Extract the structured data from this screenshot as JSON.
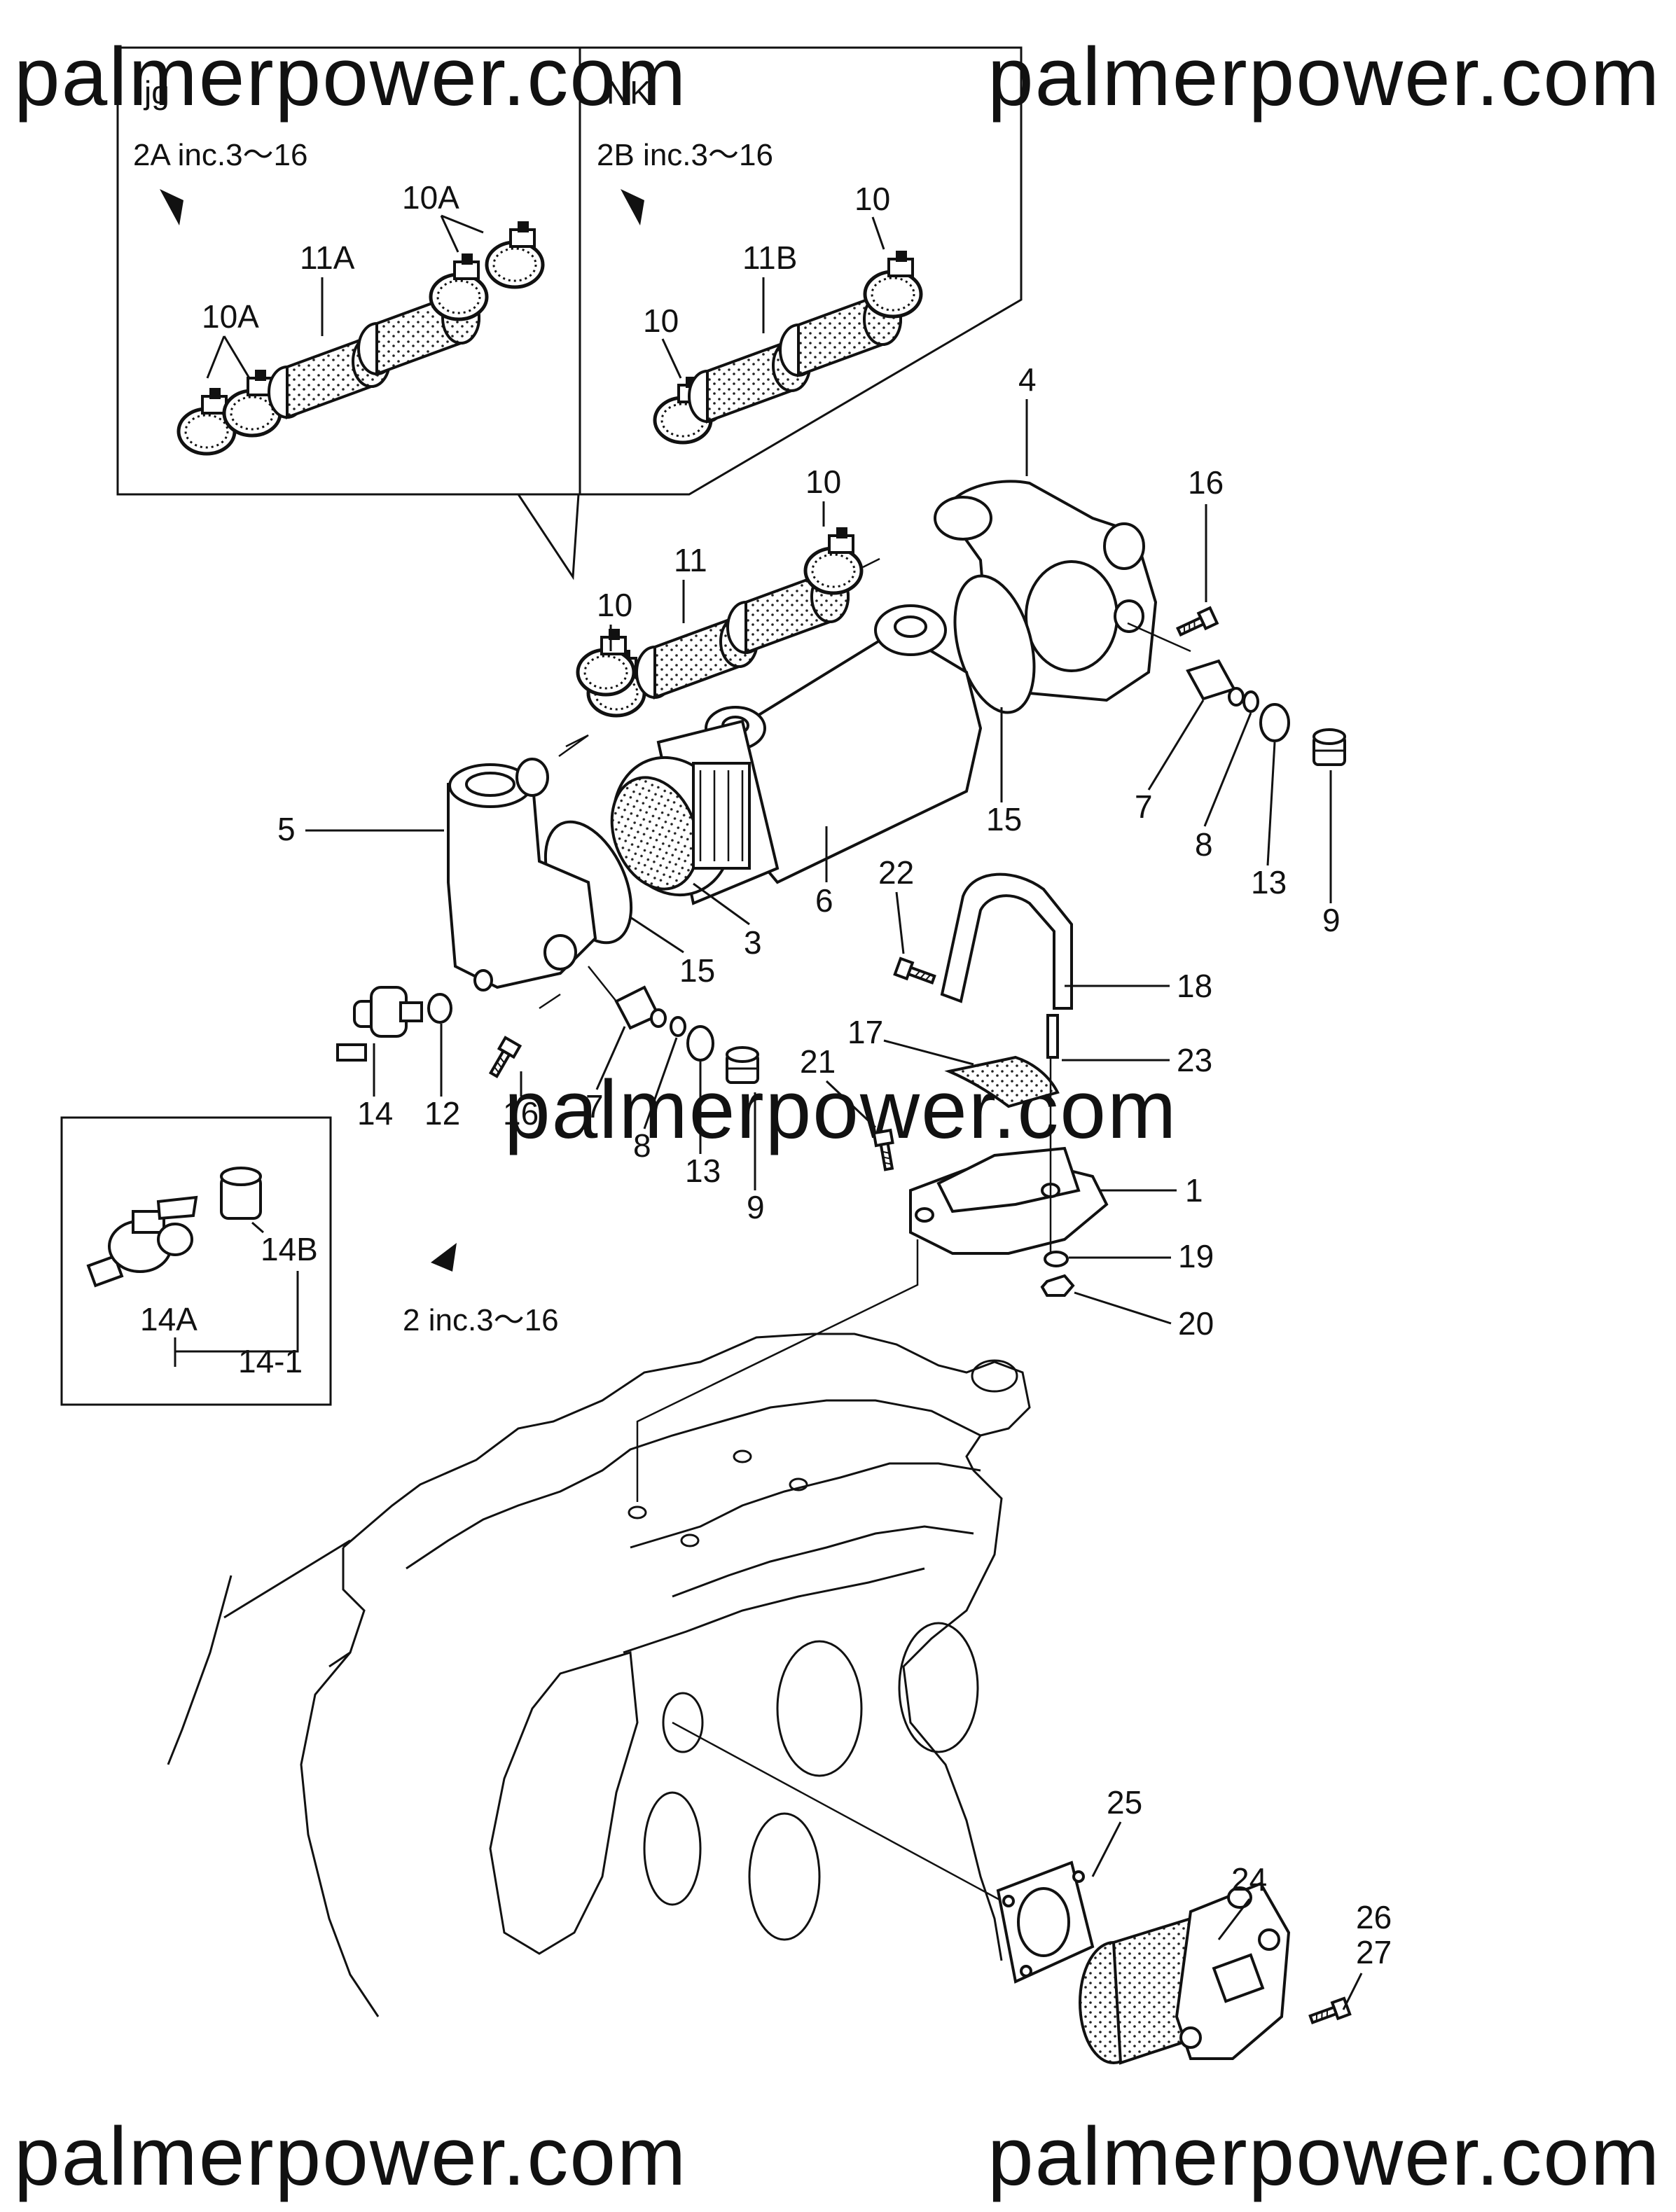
{
  "watermarks": [
    "palmerpower.com",
    "palmerpower.com",
    "palmerpower.com",
    "palmerpower.com",
    "palmerpower.com"
  ],
  "inset_top": {
    "left": {
      "code": "jg",
      "note": "2A inc.3〜16",
      "labels": {
        "clamp_a": "10A",
        "clamp_b": "10A",
        "hose": "11A"
      }
    },
    "right": {
      "code": "NK",
      "note": "2B inc.3〜16",
      "labels": {
        "clamp_a": "10",
        "clamp_b": "10",
        "hose": "11B"
      }
    }
  },
  "inset_valve": {
    "labels": {
      "valve": "14A",
      "adapter": "14B",
      "set": "14-1"
    }
  },
  "main_note": "2 inc.3〜16",
  "callouts": {
    "p1": "1",
    "p3": "3",
    "p4": "4",
    "p5": "5",
    "p6": "6",
    "p7a": "7",
    "p7b": "7",
    "p8a": "8",
    "p8b": "8",
    "p9a": "9",
    "p9b": "9",
    "p10a": "10",
    "p10b": "10",
    "p11": "11",
    "p12": "12",
    "p13a": "13",
    "p13b": "13",
    "p14": "14",
    "p15a": "15",
    "p15b": "15",
    "p16a": "16",
    "p16b": "16",
    "p17": "17",
    "p18": "18",
    "p19": "19",
    "p20": "20",
    "p21": "21",
    "p22": "22",
    "p23": "23",
    "p24": "24",
    "p25": "25",
    "p26": "26",
    "p27": "27"
  }
}
